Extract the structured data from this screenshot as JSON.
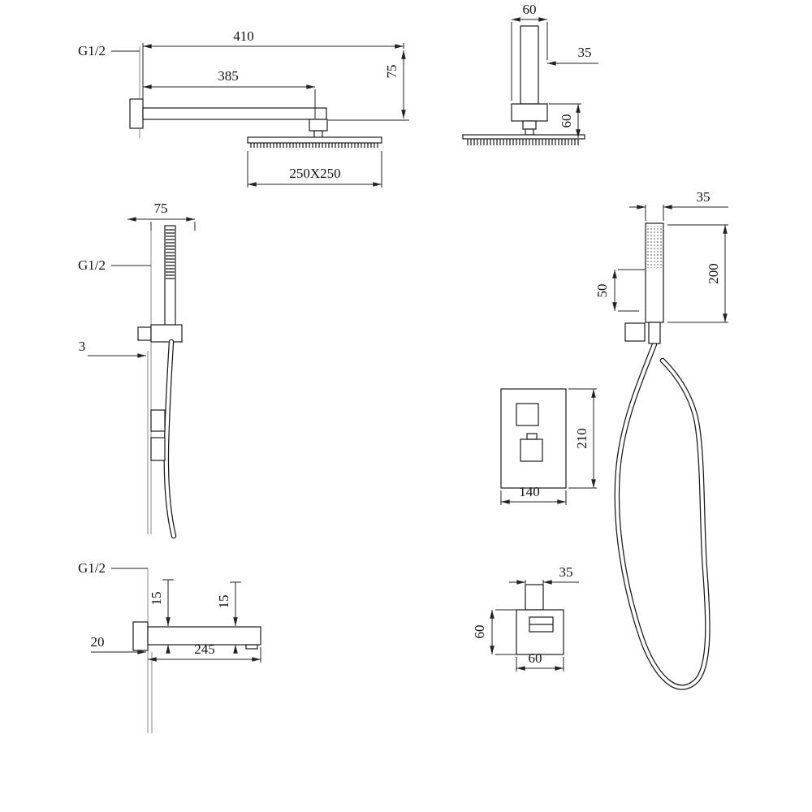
{
  "drawing": {
    "rain_side": {
      "g_label": "G1/2",
      "dim_total": "410",
      "dim_arm": "385",
      "dim_drop": "75",
      "dim_head": "250X250"
    },
    "rain_front": {
      "dim_top": "60",
      "dim_offset": "35",
      "dim_side": "60"
    },
    "hand_side": {
      "dim_offset": "75",
      "g_label": "G1/2",
      "dim_wall": "3"
    },
    "hand_front": {
      "dim_width": "35",
      "dim_length": "200",
      "dim_bracket": "50"
    },
    "mixer": {
      "dim_height": "210",
      "dim_width": "140"
    },
    "spout": {
      "g_label": "G1/2",
      "dim_rise_a": "15",
      "dim_rise_b": "15",
      "dim_depth": "20",
      "dim_length": "245"
    },
    "outlet": {
      "dim_top": "35",
      "dim_side": "60",
      "dim_bottom": "60"
    }
  }
}
